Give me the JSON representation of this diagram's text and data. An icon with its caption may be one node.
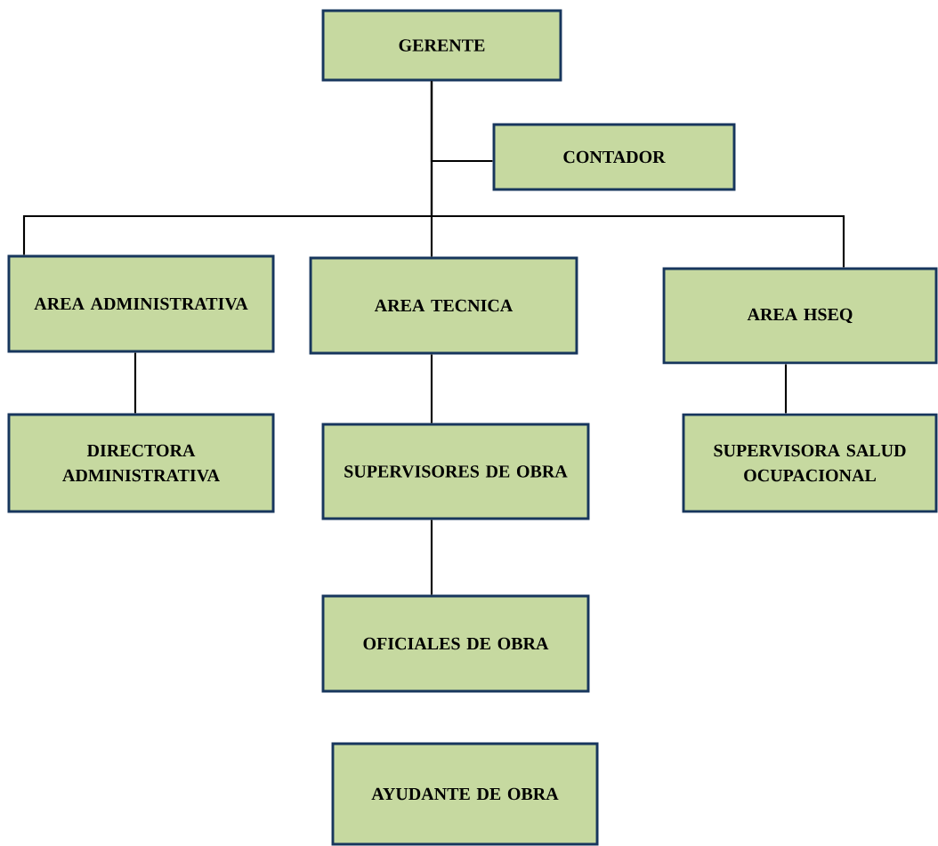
{
  "diagram": {
    "nodes": [
      {
        "text": [
          "GERENTE"
        ]
      },
      {
        "text": [
          "CONTADOR"
        ]
      },
      {
        "text": [
          "AREA ADMINISTRATIVA"
        ]
      },
      {
        "text": [
          "AREA TECNICA"
        ]
      },
      {
        "text": [
          "AREA HSEQ"
        ]
      },
      {
        "text": [
          "DIRECTORA ADMINISTRATIVA"
        ]
      },
      {
        "text": [
          "SUPERVISORES DE OBRA"
        ]
      },
      {
        "text": [
          "SUPERVISORA SALUD OCUPACIONAL"
        ]
      },
      {
        "text": [
          "OFICIALES DE OBRA"
        ]
      },
      {
        "text": [
          "AYUDANTE DE OBRA"
        ]
      }
    ],
    "edges": [
      {
        "from": 0,
        "to": 1,
        "arrow": "none"
      },
      {
        "from": 0,
        "to": 2,
        "arrow": "none"
      },
      {
        "from": 0,
        "to": 3,
        "arrow": "none"
      },
      {
        "from": 0,
        "to": 4,
        "arrow": "none"
      },
      {
        "from": 2,
        "to": 5,
        "arrow": "none"
      },
      {
        "from": 3,
        "to": 6,
        "arrow": "none"
      },
      {
        "from": 4,
        "to": 7,
        "arrow": "none"
      },
      {
        "from": 6,
        "to": 8,
        "arrow": "none"
      }
    ]
  }
}
